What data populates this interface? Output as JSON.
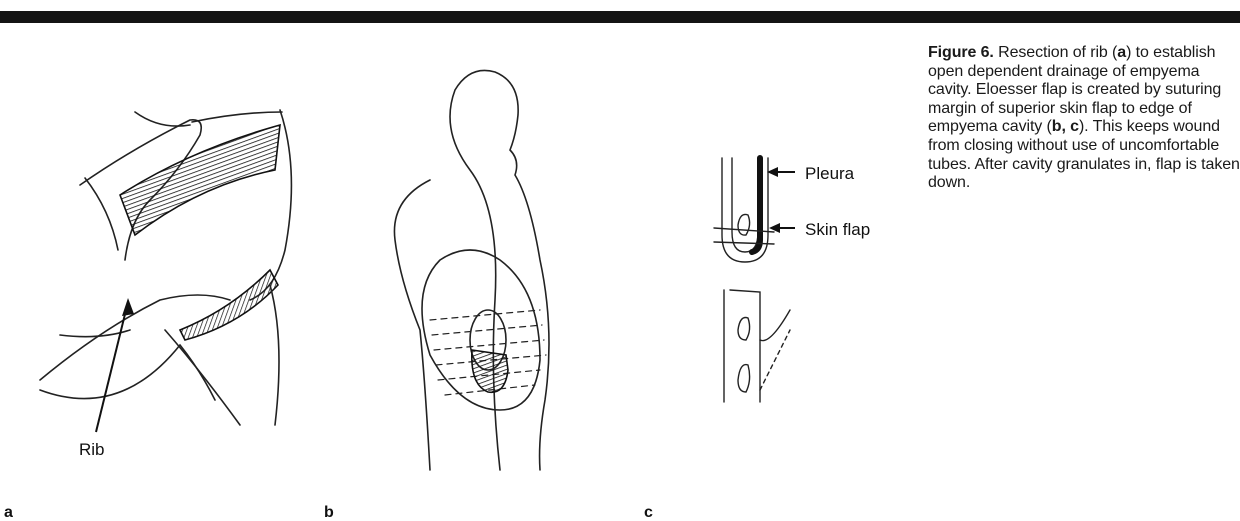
{
  "header": {
    "bar_color": "#141414"
  },
  "panels": [
    {
      "letter": "a",
      "labels": [
        "Rib"
      ]
    },
    {
      "letter": "b",
      "labels": []
    },
    {
      "letter": "c",
      "labels": [
        "Pleura",
        "Skin flap"
      ]
    }
  ],
  "caption": {
    "figure_label": "Figure 6.",
    "part1": " Resection of rib (",
    "ref_a": "a",
    "part2": ") to establish open dependent drainage of empyema cavity. Eloesser flap is created by suturing margin of superior skin flap to edge of empyema cavity (",
    "ref_bc": "b, c",
    "part3": "). This keeps wound from closing without use of uncomfortable tubes. After cavity granulates in, flap is taken down."
  }
}
